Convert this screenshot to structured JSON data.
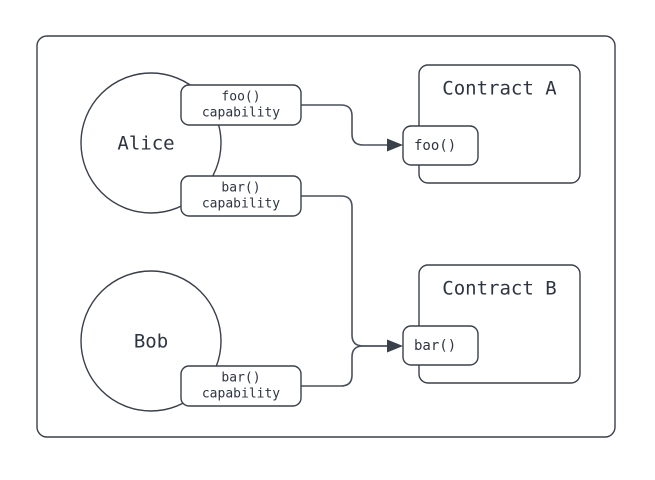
{
  "diagram": {
    "title": "capability-delegation-diagram",
    "background": "#ffffff",
    "stroke_color": "#3a4049",
    "text_color": "#2e3440",
    "container": {
      "label": ""
    },
    "actors": [
      {
        "id": "alice",
        "label": "Alice"
      },
      {
        "id": "bob",
        "label": "Bob"
      }
    ],
    "capabilities": [
      {
        "id": "alice-foo",
        "owner": "Alice",
        "line1": "foo()",
        "line2": "capability"
      },
      {
        "id": "alice-bar",
        "owner": "Alice",
        "line1": "bar()",
        "line2": "capability"
      },
      {
        "id": "bob-bar",
        "owner": "Bob",
        "line1": "bar()",
        "line2": "capability"
      }
    ],
    "contracts": [
      {
        "id": "contract-a",
        "label": "Contract A",
        "method": "foo()"
      },
      {
        "id": "contract-b",
        "label": "Contract B",
        "method": "bar()"
      }
    ],
    "edges": [
      {
        "from": "alice-foo",
        "to": "contract-a-foo"
      },
      {
        "from": "alice-bar",
        "to": "contract-b-bar"
      },
      {
        "from": "bob-bar",
        "to": "contract-b-bar"
      }
    ]
  }
}
